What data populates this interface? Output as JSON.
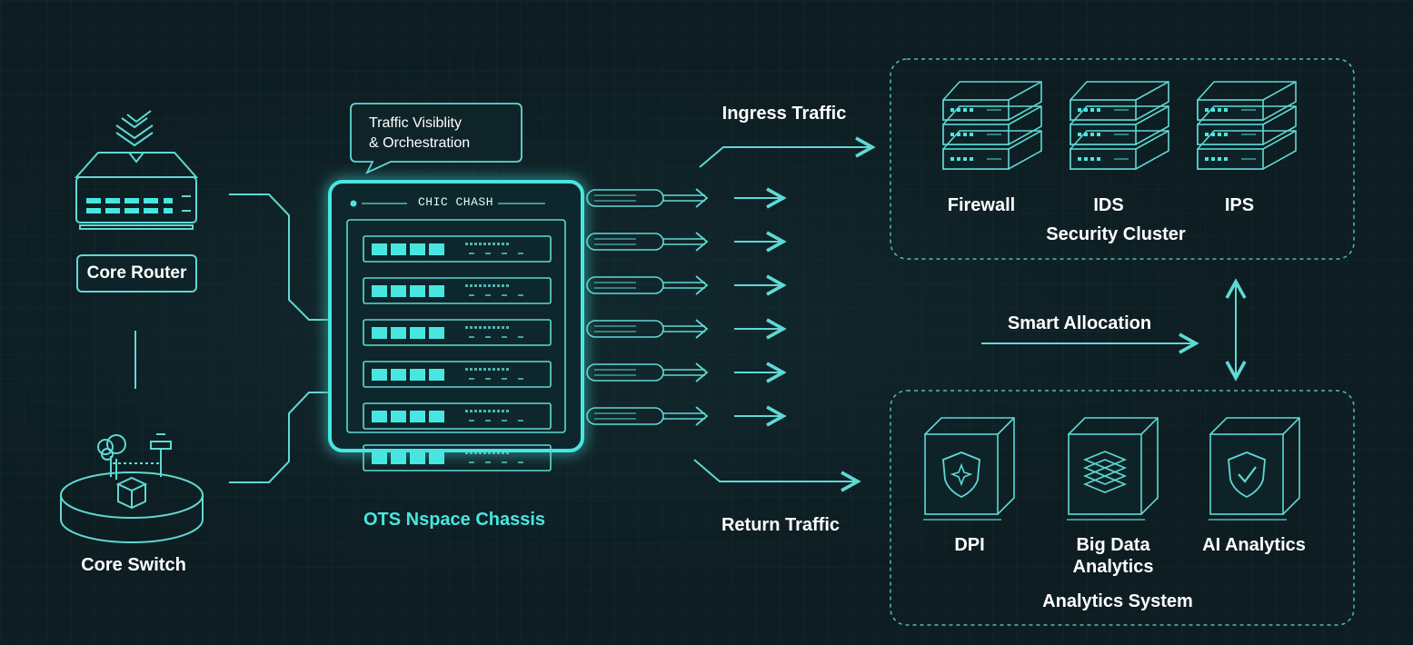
{
  "colors": {
    "background": "#0d1d22",
    "accent": "#48e6e0",
    "line": "#5fd9d4",
    "text": "#ffffff"
  },
  "devices": {
    "core_router": {
      "label": "Core Router"
    },
    "core_switch": {
      "label": "Core Switch"
    }
  },
  "chassis": {
    "callout": [
      "Traffic Visiblity",
      "& Orchestration"
    ],
    "header": "CHIC CHASH",
    "name": "OTS Nspace Chassis",
    "module_count": 6
  },
  "flows": {
    "ingress": "Ingress Traffic",
    "return": "Return Traffic",
    "smart_allocation": "Smart Allocation"
  },
  "security_cluster": {
    "title": "Security Cluster",
    "items": [
      {
        "label": "Firewall",
        "icon": "server-stack-icon"
      },
      {
        "label": "IDS",
        "icon": "server-stack-icon"
      },
      {
        "label": "IPS",
        "icon": "server-stack-icon"
      }
    ]
  },
  "analytics_system": {
    "title": "Analytics System",
    "items": [
      {
        "label": "DPI",
        "icon": "shield-star-icon"
      },
      {
        "label_lines": [
          "Big Data",
          "Analytics"
        ],
        "icon": "layers-icon"
      },
      {
        "label": "AI Analytics",
        "icon": "shield-check-icon"
      }
    ]
  }
}
